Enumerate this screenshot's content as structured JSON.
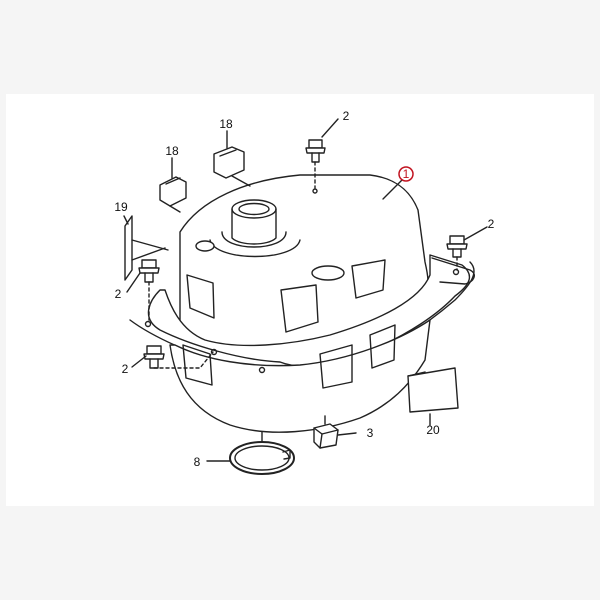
{
  "diagram": {
    "callouts": [
      {
        "id": "fuel-tank",
        "label": "1",
        "highlight": true
      },
      {
        "id": "bolt-top",
        "label": "2"
      },
      {
        "id": "bolt-right",
        "label": "2"
      },
      {
        "id": "bolt-left",
        "label": "2"
      },
      {
        "id": "bolt-lower-left",
        "label": "2"
      },
      {
        "id": "damper",
        "label": "3"
      },
      {
        "id": "fuel-pump-ring",
        "label": "8"
      },
      {
        "id": "clip-left",
        "label": "18"
      },
      {
        "id": "clip-right",
        "label": "18"
      },
      {
        "id": "label-left",
        "label": "19"
      },
      {
        "id": "label-right",
        "label": "20"
      }
    ],
    "colors": {
      "line": "#222222",
      "highlight": "#c1121f",
      "background": "#ffffff",
      "page": "#f5f5f5"
    }
  }
}
